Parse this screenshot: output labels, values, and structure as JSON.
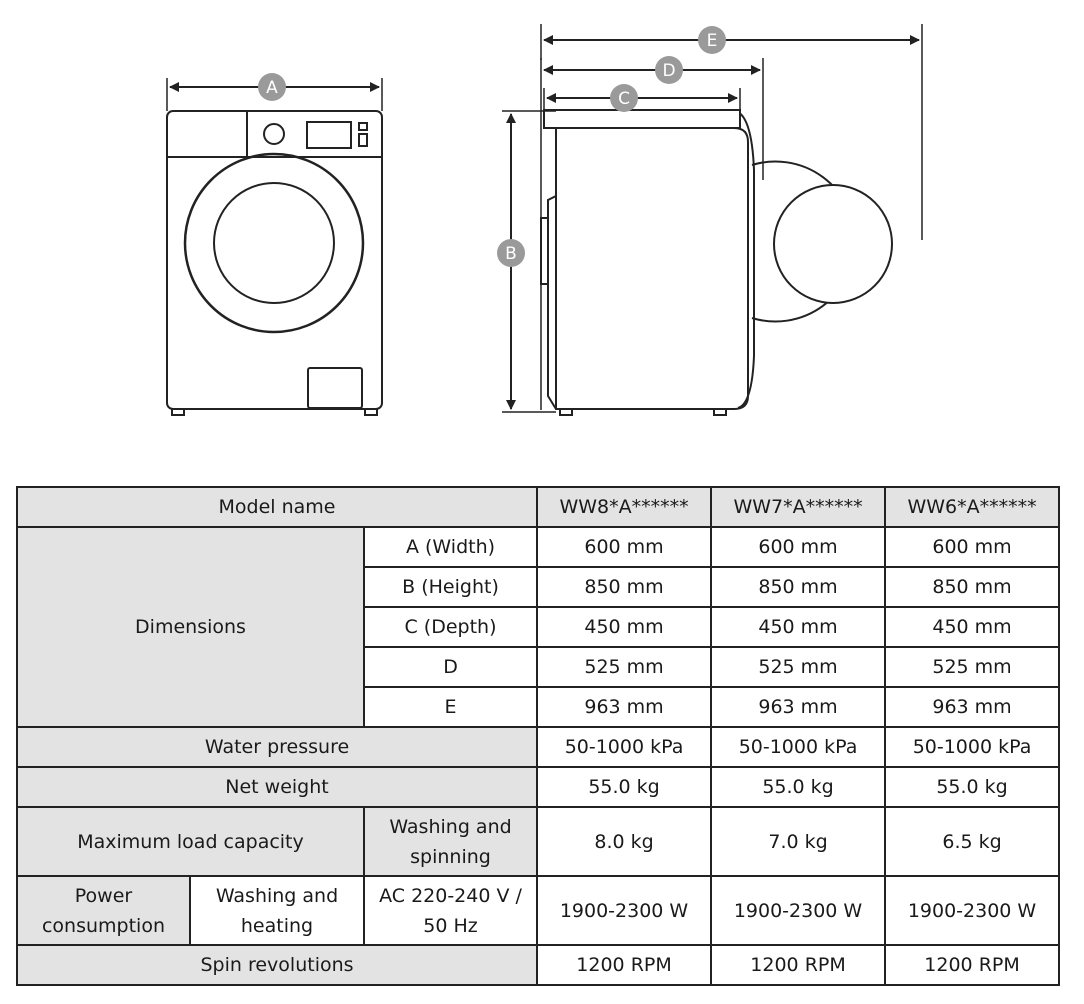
{
  "diagram": {
    "labels": {
      "a": "A",
      "b": "B",
      "c": "C",
      "d": "D",
      "e": "E"
    }
  },
  "table": {
    "model_header": "Model name",
    "models": [
      "WW8*A******",
      "WW7*A******",
      "WW6*A******"
    ],
    "dimensions_label": "Dimensions",
    "dimension_rows": [
      {
        "label": "A (Width)",
        "values": [
          "600 mm",
          "600 mm",
          "600 mm"
        ]
      },
      {
        "label": "B (Height)",
        "values": [
          "850 mm",
          "850 mm",
          "850 mm"
        ]
      },
      {
        "label": "C (Depth)",
        "values": [
          "450 mm",
          "450 mm",
          "450 mm"
        ]
      },
      {
        "label": "D",
        "values": [
          "525 mm",
          "525 mm",
          "525 mm"
        ]
      },
      {
        "label": "E",
        "values": [
          "963 mm",
          "963 mm",
          "963 mm"
        ]
      }
    ],
    "water_pressure": {
      "label": "Water pressure",
      "values": [
        "50-1000 kPa",
        "50-1000 kPa",
        "50-1000 kPa"
      ]
    },
    "net_weight": {
      "label": "Net weight",
      "values": [
        "55.0 kg",
        "55.0 kg",
        "55.0 kg"
      ]
    },
    "max_load": {
      "label": "Maximum load capacity",
      "sub": [
        "Washing and",
        "spinning"
      ],
      "values": [
        "8.0 kg",
        "7.0 kg",
        "6.5 kg"
      ]
    },
    "power": {
      "label": [
        "Power",
        "consumption"
      ],
      "sub": [
        "Washing and",
        "heating"
      ],
      "supply": [
        "AC 220-240 V /",
        "50 Hz"
      ],
      "values": [
        "1900-2300 W",
        "1900-2300 W",
        "1900-2300 W"
      ]
    },
    "spin": {
      "label": "Spin revolutions",
      "values": [
        "1200 RPM",
        "1200 RPM",
        "1200 RPM"
      ]
    }
  }
}
